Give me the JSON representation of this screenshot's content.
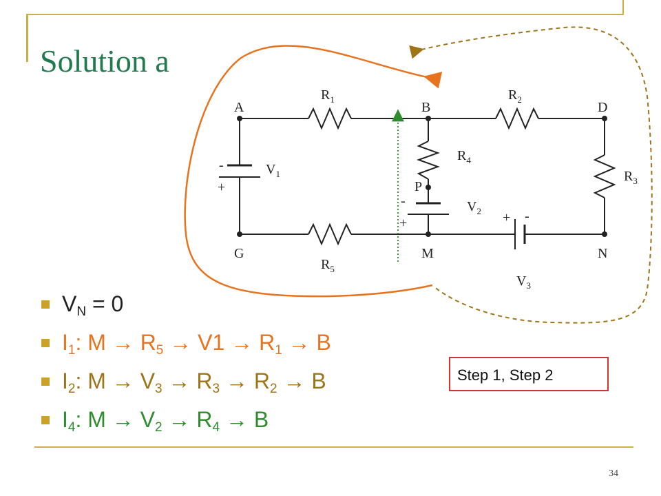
{
  "slide": {
    "title": "Solution a",
    "page_number": "34",
    "step_label": "Step 1, Step 2"
  },
  "colors": {
    "title": "#1f7a4c",
    "frame": "#c8b14a",
    "bullet_marker": "#c9a227",
    "current_1": "#e8731e",
    "current_2": "#9e7418",
    "current_4": "#2e8b2e",
    "step_box_border": "#d93030"
  },
  "bullets": [
    {
      "parts": [
        {
          "t": "V"
        },
        {
          "t": "N",
          "sub": true
        },
        {
          "t": " = 0"
        }
      ]
    },
    {
      "parts": [
        {
          "t": "I"
        },
        {
          "t": "1",
          "sub": true
        },
        {
          "t": ": M  →  R"
        },
        {
          "t": "5",
          "sub": true
        },
        {
          "t": "  →  V1  →  R"
        },
        {
          "t": "1",
          "sub": true
        },
        {
          "t": "  →  B"
        }
      ]
    },
    {
      "parts": [
        {
          "t": "I"
        },
        {
          "t": "2",
          "sub": true
        },
        {
          "t": ": M  →  V"
        },
        {
          "t": "3",
          "sub": true
        },
        {
          "t": "  →  R"
        },
        {
          "t": "3",
          "sub": true
        },
        {
          "t": "  →  R"
        },
        {
          "t": "2",
          "sub": true
        },
        {
          "t": "  →  B"
        }
      ]
    },
    {
      "parts": [
        {
          "t": "I"
        },
        {
          "t": "4",
          "sub": true
        },
        {
          "t": ": M  →  V"
        },
        {
          "t": "2",
          "sub": true
        },
        {
          "t": "  →  R"
        },
        {
          "t": "4",
          "sub": true
        },
        {
          "t": "  →  B"
        }
      ]
    }
  ],
  "circuit": {
    "nodes": {
      "A": "A",
      "B": "B",
      "D": "D",
      "G": "G",
      "M": "M",
      "N": "N",
      "P": "P"
    },
    "resistors": {
      "R1": "R1",
      "R2": "R2",
      "R3": "R3",
      "R4": "R4",
      "R5": "R5"
    },
    "sources": {
      "V1": "V1",
      "V2": "V2",
      "V3": "V3"
    },
    "polarity": {
      "minus": "-",
      "plus": "+"
    }
  }
}
